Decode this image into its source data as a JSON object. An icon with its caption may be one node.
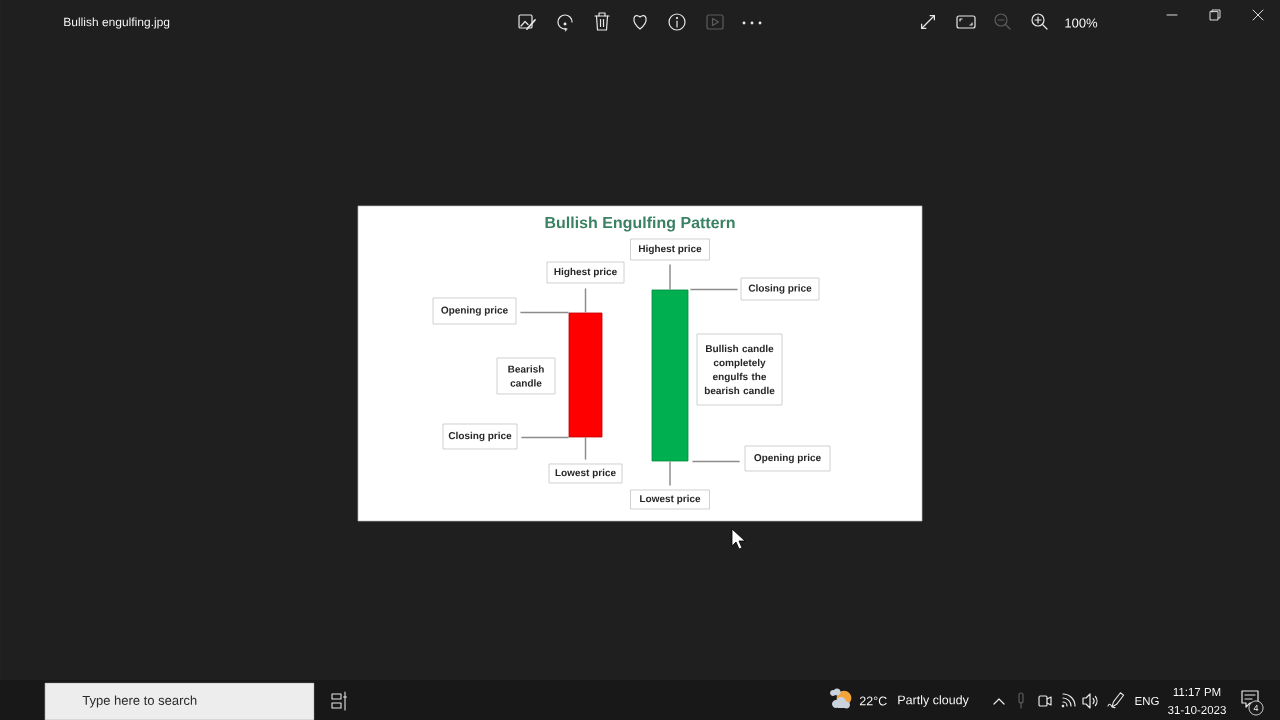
{
  "diagram": {
    "title": "Bullish Engulfing Pattern",
    "nodes": [
      {
        "text": [
          "Highest price"
        ]
      },
      {
        "text": [
          "Highest price"
        ]
      },
      {
        "text": [
          "Closing price"
        ]
      },
      {
        "text": [
          "Opening price"
        ]
      },
      {
        "text": [],
        "shape": "bar"
      },
      {
        "text": [],
        "shape": "bar"
      },
      {
        "text": [
          "Bullish candle completely engulfs the bearish candle"
        ]
      },
      {
        "text": [
          "Bearish candle"
        ]
      },
      {
        "text": [
          "Closing price"
        ]
      },
      {
        "text": [
          "Opening price"
        ]
      },
      {
        "text": [
          "Lowest price"
        ]
      },
      {
        "text": [
          "Lowest price"
        ]
      }
    ],
    "edges": [
      {
        "from": 0,
        "to": 5,
        "arrow": "none"
      },
      {
        "from": 1,
        "to": 4,
        "arrow": "none"
      },
      {
        "from": 2,
        "to": 5,
        "arrow": "none"
      },
      {
        "from": 3,
        "to": 4,
        "arrow": "none"
      },
      {
        "from": 8,
        "to": 4,
        "arrow": "none"
      },
      {
        "from": 9,
        "to": 5,
        "arrow": "none"
      },
      {
        "from": 10,
        "to": 4,
        "arrow": "none"
      },
      {
        "from": 11,
        "to": 5,
        "arrow": "none"
      }
    ],
    "labels": [
      "Bullish engulfing.jpg",
      "100%",
      "Type here to search",
      "22°C",
      "Partly cloudy",
      "ENG",
      "11:17 PM",
      "31-10-2023",
      "4"
    ]
  }
}
